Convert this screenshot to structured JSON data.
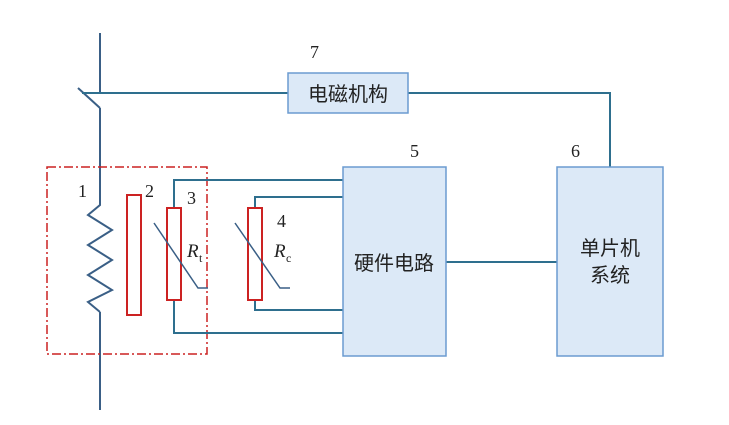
{
  "colors": {
    "wire": "#2e6f8e",
    "box_stroke": "#6b9bd1",
    "box_fill": "#dce9f7",
    "resistor": "#cc2222",
    "dashed_frame": "#cc2222",
    "line": "#3a5f86"
  },
  "blocks": {
    "electromagnetic": {
      "label": "电磁机构",
      "number": "7"
    },
    "hardware": {
      "label": "硬件电路",
      "number": "5"
    },
    "mcu": {
      "label_line1": "单片机",
      "label_line2": "系统",
      "number": "6"
    }
  },
  "components": {
    "heater": {
      "number": "1"
    },
    "bimetal": {
      "number": "2"
    },
    "rt": {
      "number": "3",
      "symbol": "R",
      "subscript": "t"
    },
    "rc": {
      "number": "4",
      "symbol": "R",
      "subscript": "c"
    }
  }
}
